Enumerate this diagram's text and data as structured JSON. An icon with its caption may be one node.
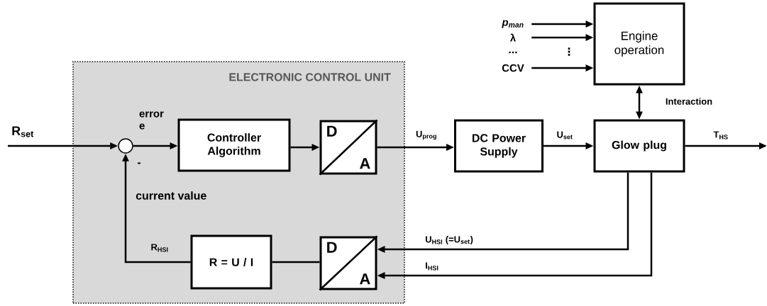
{
  "diagram": {
    "nodes": [
      {
        "text": [
          "ELECTRONIC CONTROL UNIT"
        ]
      },
      {
        "text": [],
        "shape": "circle",
        "in": 0
      },
      {
        "text": [
          "Controller Algorithm"
        ],
        "in": 0
      },
      {
        "text": [
          "D",
          "A"
        ],
        "in": 0
      },
      {
        "text": [
          "R = U / I"
        ],
        "in": 0
      },
      {
        "text": [
          "D",
          "A"
        ],
        "in": 0
      },
      {
        "text": [
          "DC Power Supply"
        ]
      },
      {
        "text": [
          "Engine operation"
        ]
      },
      {
        "text": [
          "Glow plug"
        ]
      },
      {
        "text": [
          "p$_{man}$"
        ]
      },
      {
        "text": [
          "λ"
        ]
      },
      {
        "text": [
          "CCV"
        ]
      }
    ],
    "edges": [
      {
        "from": null,
        "to": 1,
        "arrow": "to",
        "label": "R$_{set}$"
      },
      {
        "from": 1,
        "to": 2,
        "arrow": "to",
        "label": "error e"
      },
      {
        "from": 2,
        "to": 3,
        "arrow": "to"
      },
      {
        "from": 3,
        "to": 6,
        "arrow": "to",
        "label": "U$_{prog}$"
      },
      {
        "from": 6,
        "to": 8,
        "arrow": "to",
        "label": "U$_{set}$"
      },
      {
        "from": 8,
        "to": null,
        "arrow": "to",
        "label": "T$_{HS}$"
      },
      {
        "from": 7,
        "to": 8,
        "arrow": "both",
        "label": "Interaction"
      },
      {
        "from": 8,
        "to": 5,
        "arrow": "to",
        "label": "U$_{HSI}$ (=U$_{set}$)"
      },
      {
        "from": 8,
        "to": 5,
        "arrow": "to",
        "label": "I$_{HSI}$"
      },
      {
        "from": 5,
        "to": 4,
        "arrow": "none"
      },
      {
        "from": 4,
        "to": 1,
        "arrow": "to",
        "label": "R$_{HSI}$"
      },
      {
        "from": 9,
        "to": 7,
        "arrow": "to"
      },
      {
        "from": 10,
        "to": 7,
        "arrow": "to"
      },
      {
        "from": 11,
        "to": 7,
        "arrow": "to"
      }
    ],
    "labels": [
      "-",
      "current value",
      "...",
      "⋮"
    ]
  }
}
